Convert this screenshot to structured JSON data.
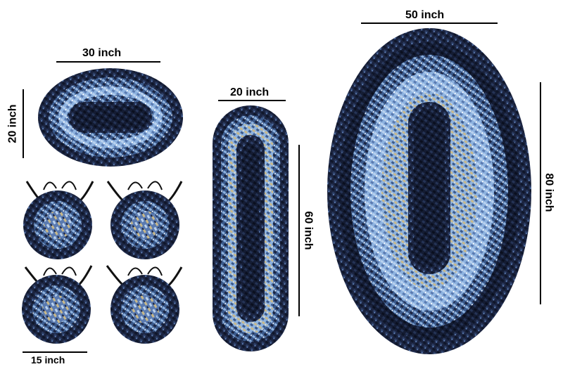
{
  "dimensions": {
    "rug_small_width": "30 inch",
    "rug_small_height": "20 inch",
    "chair_pad_width": "15 inch",
    "runner_width": "20 inch",
    "runner_length": "60 inch",
    "rug_large_width": "50 inch",
    "rug_large_length": "80 inch"
  },
  "colors": {
    "navy": "#1b2440",
    "navy_dark": "#0f1629",
    "mid_blue": "#3b5a8c",
    "light_blue": "#8eb3e0",
    "pale_blue": "#b9d1ee",
    "tan": "#c9b98a",
    "black_strap": "#111111"
  }
}
